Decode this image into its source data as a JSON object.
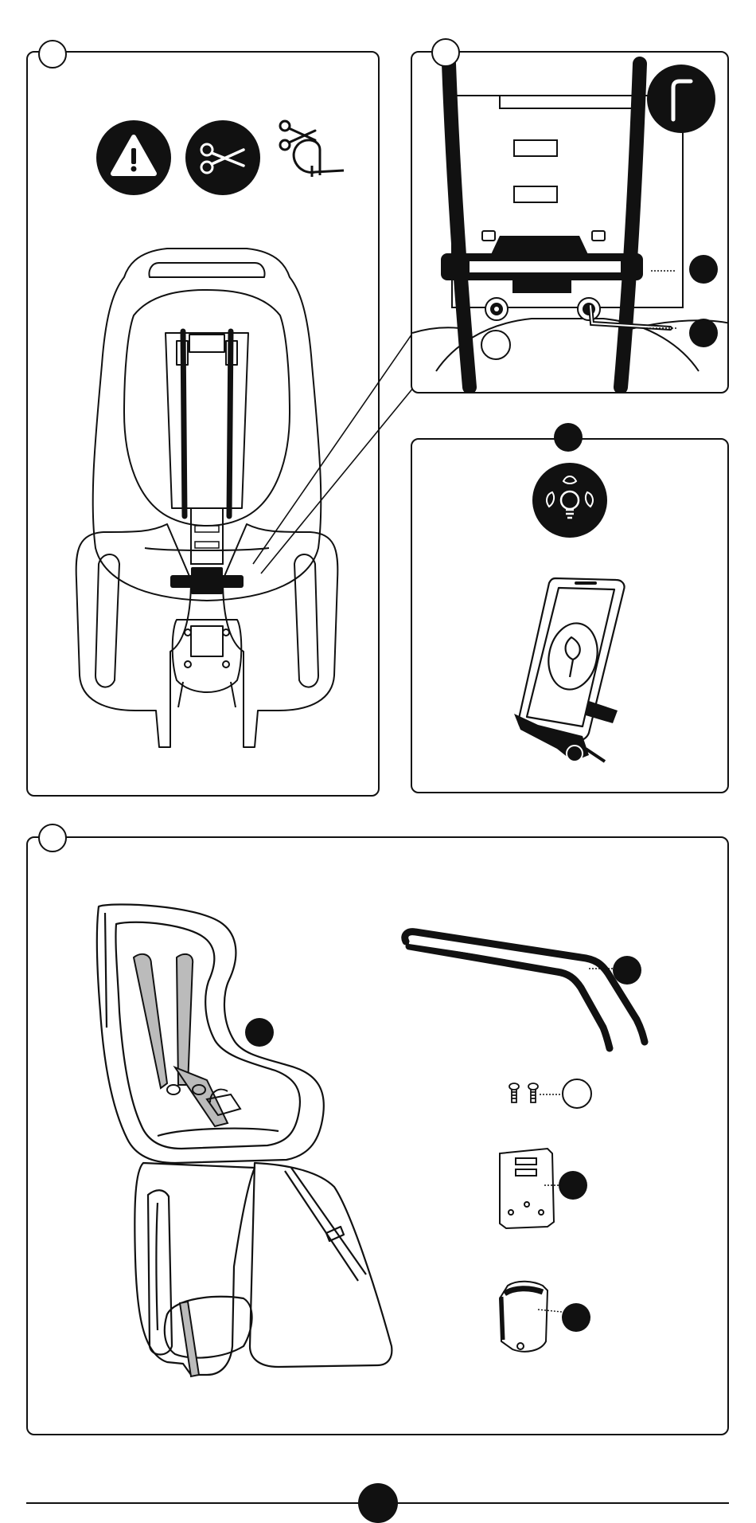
{
  "page": {
    "panels": [
      {
        "id": "a",
        "icons": [
          "warning-icon",
          "scissors-icon",
          "cable-tie-cut-icon"
        ]
      },
      {
        "id": "b",
        "icons": [
          "hex-key-icon"
        ]
      },
      {
        "id": "c",
        "icons": [
          "eco-tip-icon",
          "smartphone-icon"
        ]
      },
      {
        "id": "d",
        "icons": []
      }
    ]
  }
}
